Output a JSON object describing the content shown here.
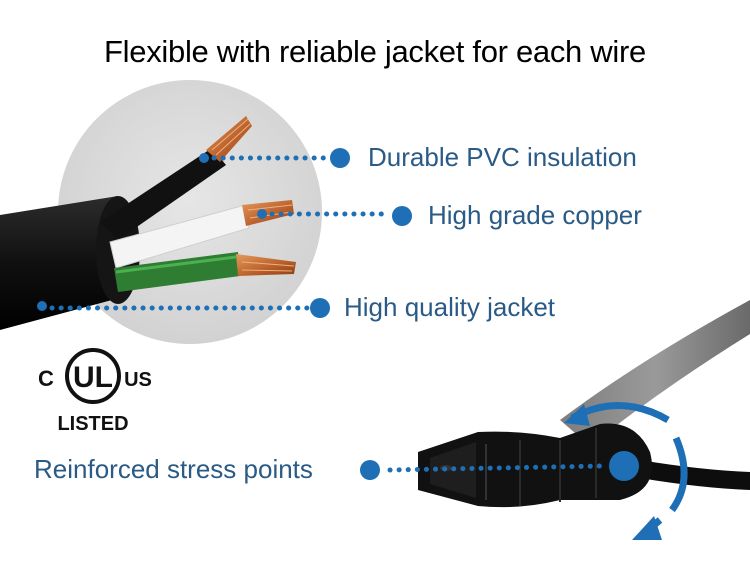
{
  "title": "Flexible with reliable jacket for each wire",
  "callouts": {
    "pvc": "Durable PVC insulation",
    "copper": "High grade copper",
    "jacket": "High quality jacket",
    "stress": "Reinforced stress points"
  },
  "certification": {
    "mark": "UL",
    "left_letter": "C",
    "right_letters": "US",
    "listed": "LISTED"
  },
  "colors": {
    "label": "#2a5a86",
    "accent": "#1e6fb5",
    "wire_green": "#2e7d32",
    "copper": "#c8703a"
  }
}
